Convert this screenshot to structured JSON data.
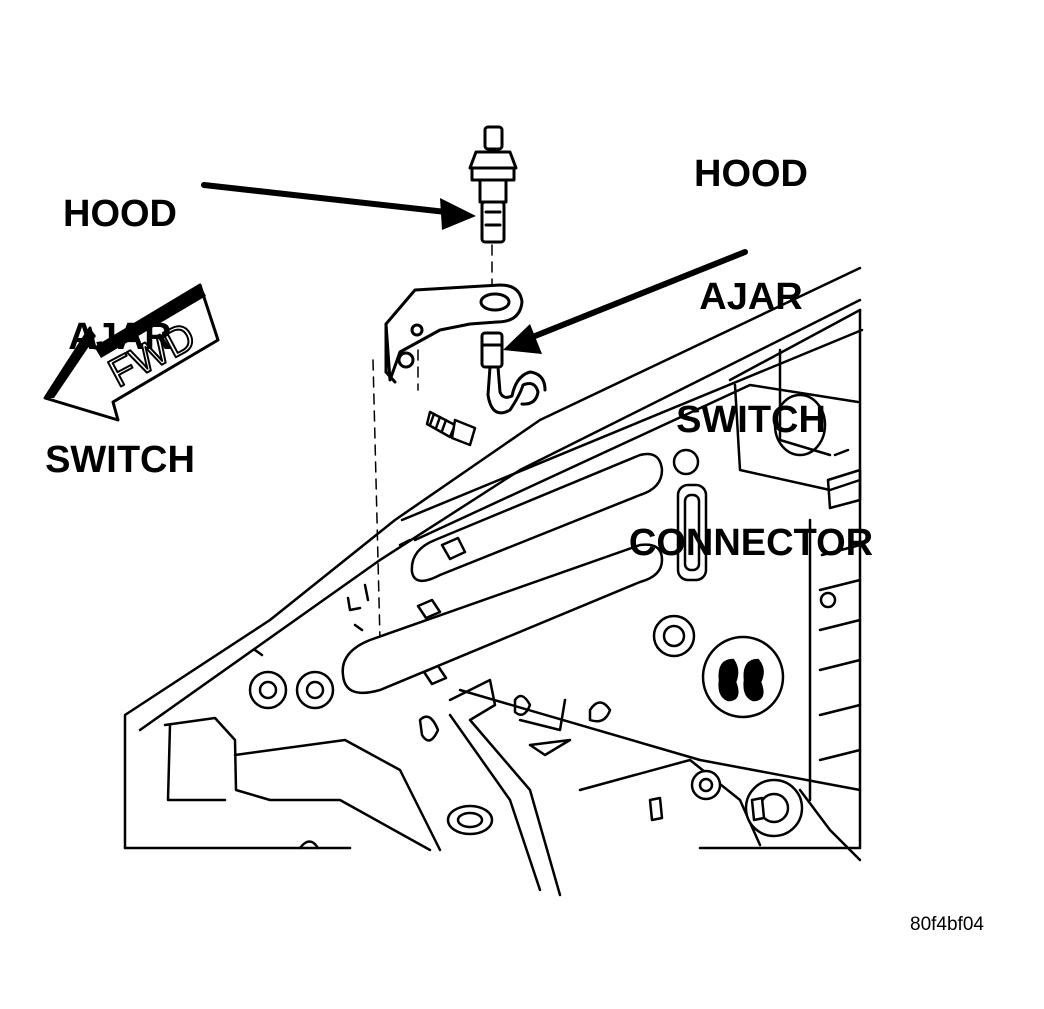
{
  "labels": {
    "hood_ajar_switch": [
      "HOOD",
      "AJAR",
      "SWITCH"
    ],
    "hood_ajar_switch_connector": [
      "HOOD",
      "AJAR",
      "SWITCH",
      "CONNECTOR"
    ],
    "forward_arrow": "FWD"
  },
  "figure_id": "80f4bf04",
  "colors": {
    "ink": "#000000",
    "paper": "#ffffff"
  }
}
